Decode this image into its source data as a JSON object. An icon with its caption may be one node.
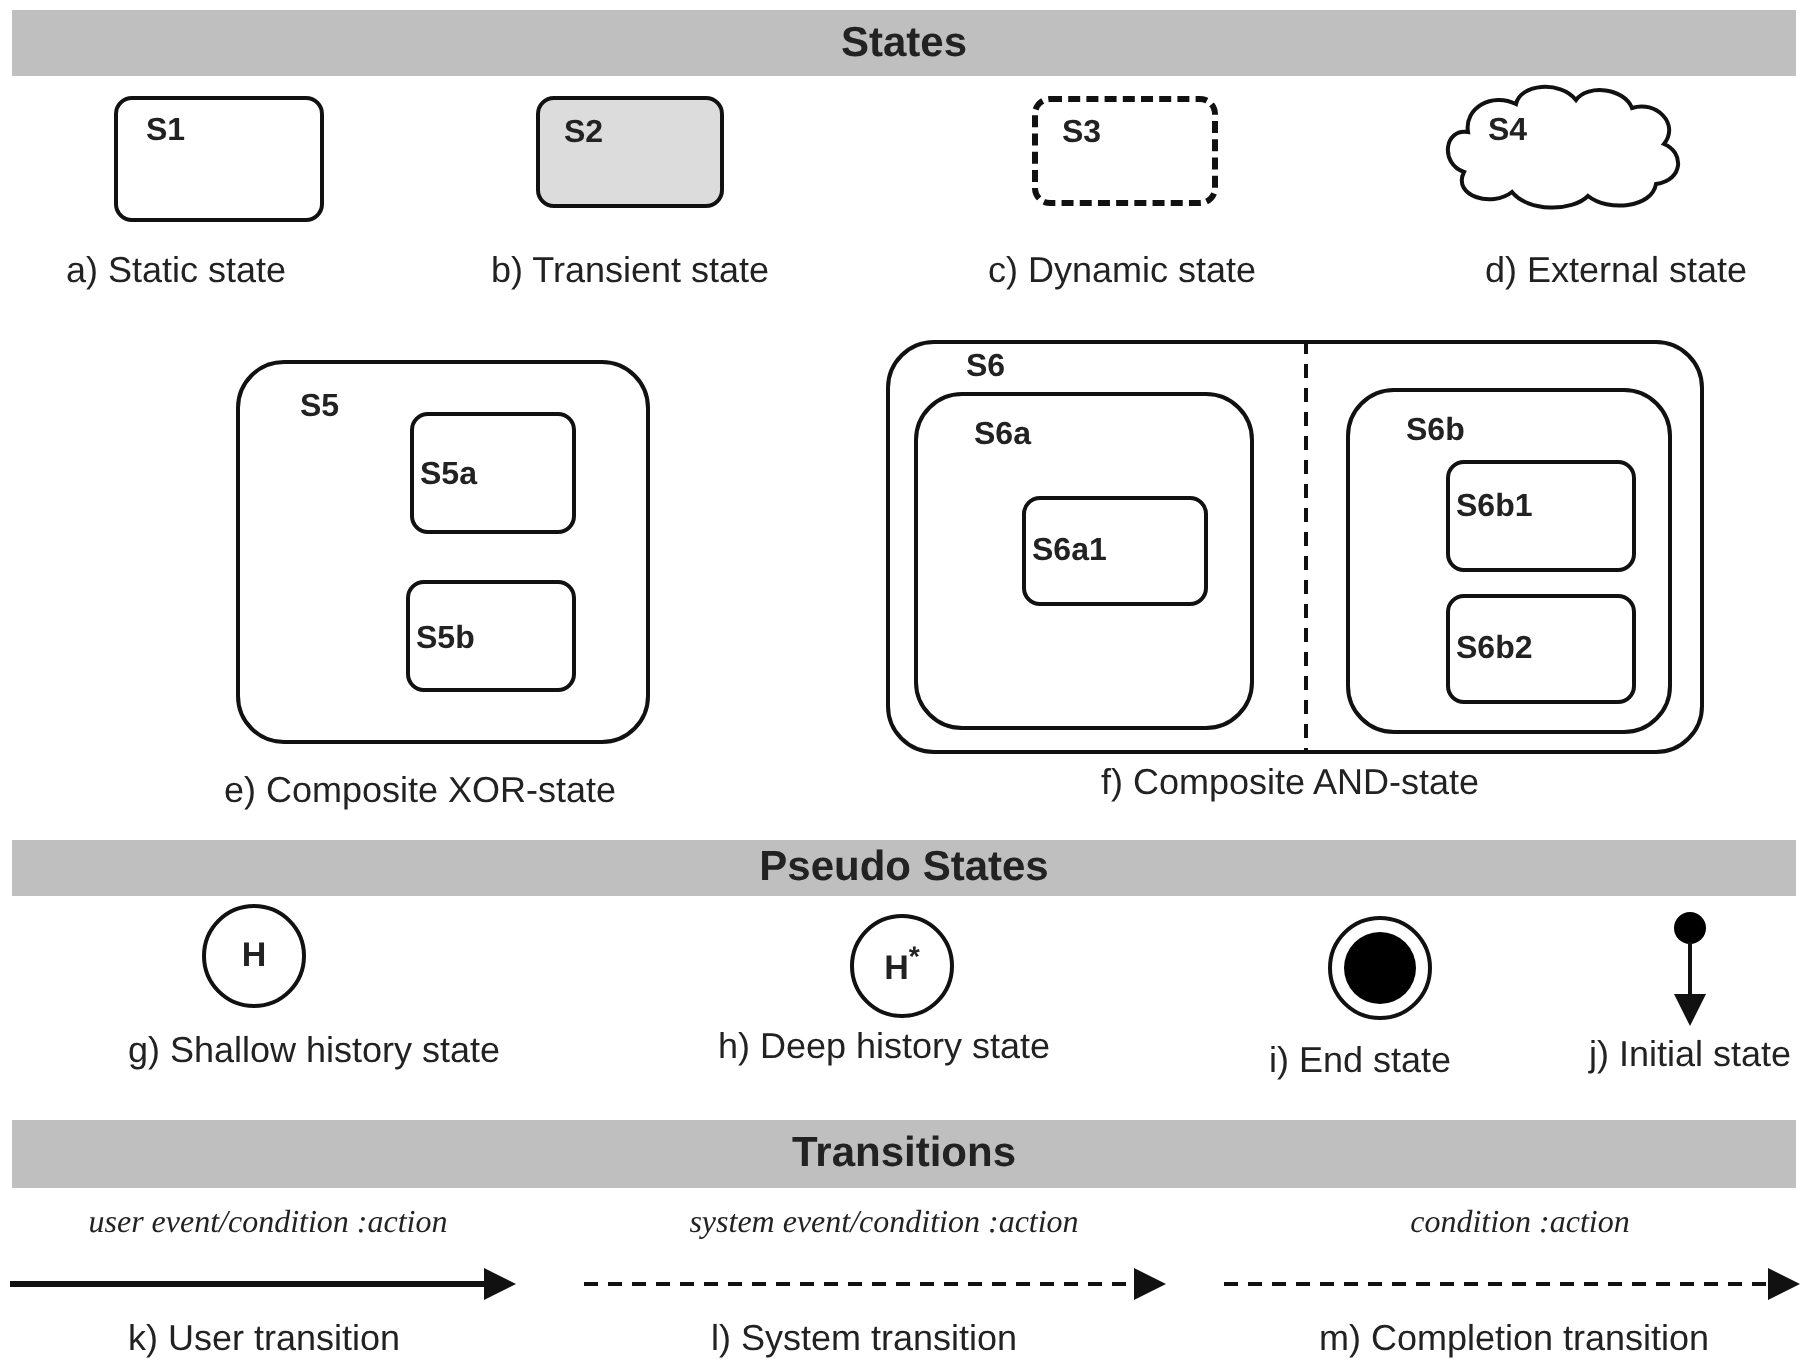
{
  "diagram": {
    "nodes": [
      {
        "text": [
          "States"
        ]
      },
      {
        "text": [
          "S1"
        ],
        "beside": [
          "a) Static state"
        ]
      },
      {
        "text": [
          "S2"
        ],
        "beside": [
          "b) Transient state"
        ]
      },
      {
        "text": [
          "S3"
        ],
        "beside": [
          "c) Dynamic state"
        ]
      },
      {
        "text": [
          "S4"
        ],
        "beside": [
          "d) External state"
        ]
      },
      {
        "text": [
          "S5"
        ],
        "beside": [
          "e) Composite XOR-state"
        ]
      },
      {
        "text": [
          "S5a"
        ],
        "in": 5
      },
      {
        "text": [
          "S5b"
        ],
        "in": 5
      },
      {
        "text": [
          "S6"
        ],
        "beside": [
          "f) Composite AND-state"
        ]
      },
      {
        "text": [
          "S6a"
        ],
        "in": 8
      },
      {
        "text": [
          "S6a1"
        ],
        "in": 9
      },
      {
        "text": [
          "S6b"
        ],
        "in": 8
      },
      {
        "text": [
          "S6b1"
        ],
        "in": 11
      },
      {
        "text": [
          "S6b2"
        ],
        "in": 11
      },
      {
        "text": [
          "Pseudo States"
        ]
      },
      {
        "text": [
          "H"
        ],
        "beside": [
          "g) Shallow history state"
        ]
      },
      {
        "text": [
          "H$^{*}$"
        ],
        "beside": [
          "h) Deep history state"
        ]
      },
      {
        "text": [],
        "shape": "circle",
        "beside": [
          "i) End state"
        ]
      },
      {
        "text": [],
        "shape": "circle",
        "beside": [
          "j) Initial state"
        ]
      },
      {
        "text": [
          "Transitions"
        ]
      }
    ],
    "labels": [
      "user event/condition :action",
      "system event/condition :action",
      "condition :action",
      "k) User transition",
      "l) System transition",
      "m) Completion transition"
    ]
  }
}
